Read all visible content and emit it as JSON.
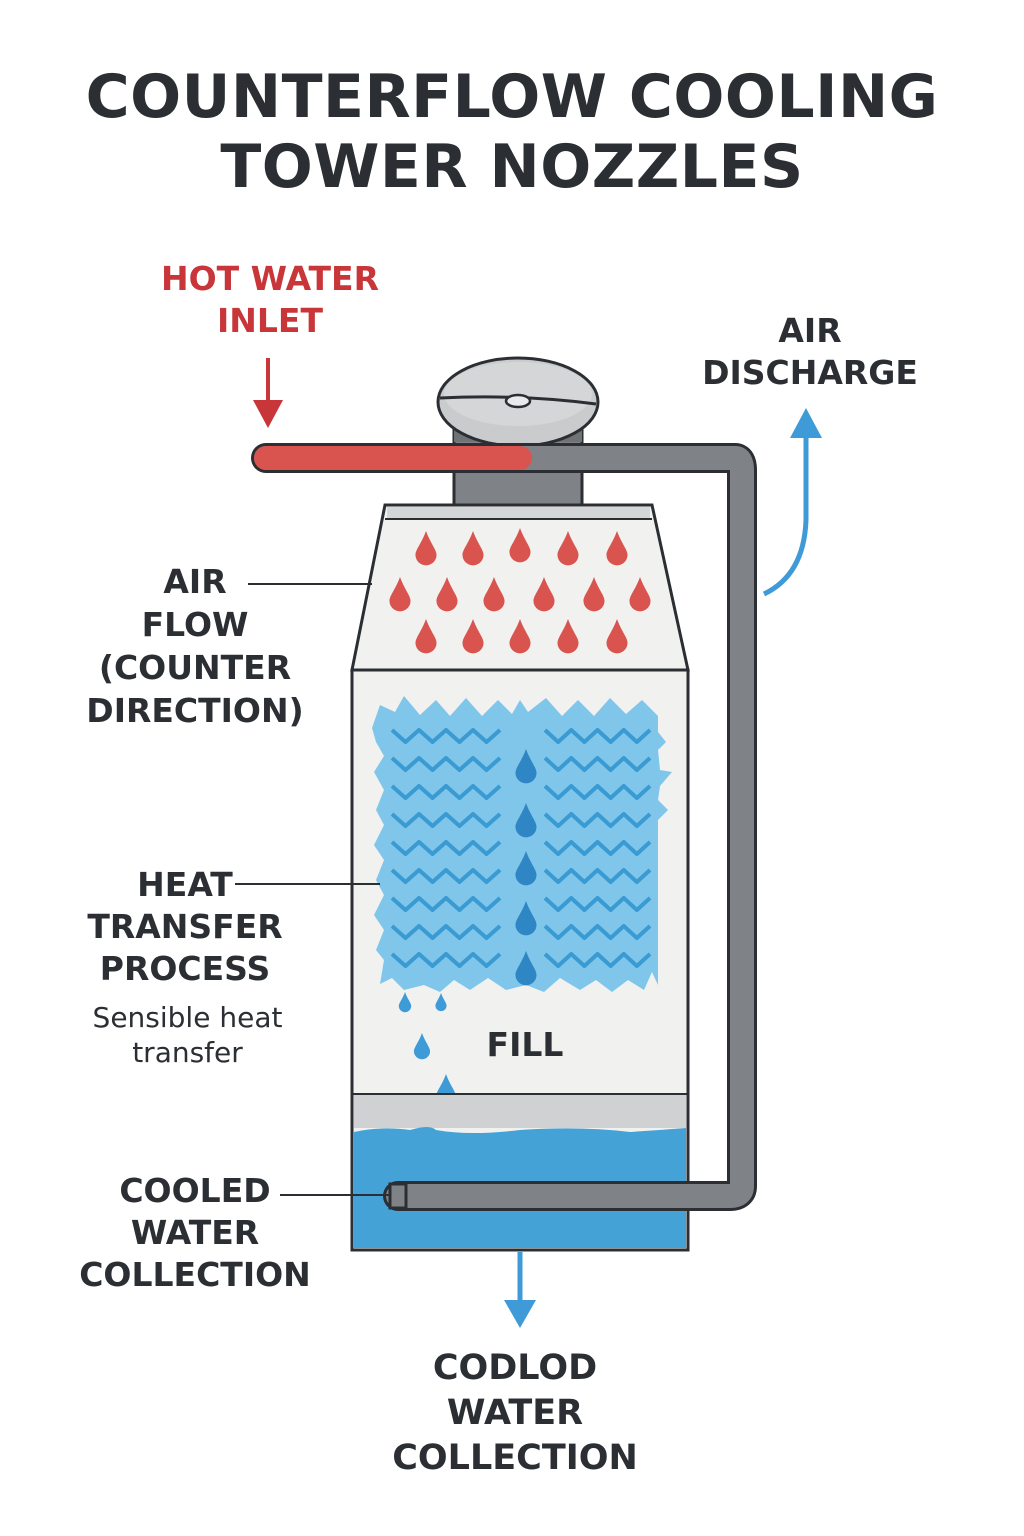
{
  "title": {
    "line1": "COUNTERFLOW COOLING",
    "line2": "TOWER NOZZLES"
  },
  "labels": {
    "hot_water_inlet": {
      "line1": "HOT WATER",
      "line2": "INLET"
    },
    "air_discharge": {
      "line1": "AIR",
      "line2": "DISCHARGE"
    },
    "air_flow": {
      "line1": "AIR",
      "line2": "FLOW",
      "line3": "(COUNTER",
      "line4": "DIRECTION)"
    },
    "heat_transfer": {
      "line1": "HEAT",
      "line2": "TRANSFER",
      "line3": "PROCESS"
    },
    "sensible_heat": {
      "line1": "Sensible heat",
      "line2": "transfer"
    },
    "fill": "FILL",
    "cooled_water": {
      "line1": "COOLED",
      "line2": "WATER",
      "line3": "COLLECTION"
    },
    "bottom_outlet": {
      "line1": "CODLOD",
      "line2": "WATER",
      "line3": "COLLECTION"
    }
  },
  "colors": {
    "hot_water": "#d9534f",
    "hot_text": "#c8363a",
    "pipe": "#7f8387",
    "air_arrow": "#3f9bd8",
    "fill_media": "#7fc6ea",
    "fill_lines": "#3a9ad2",
    "droplet_fill": "#2f86c4",
    "basin_water": "#45a2d6",
    "tower_body": "#f1f1ef",
    "outline": "#2b2f33"
  }
}
